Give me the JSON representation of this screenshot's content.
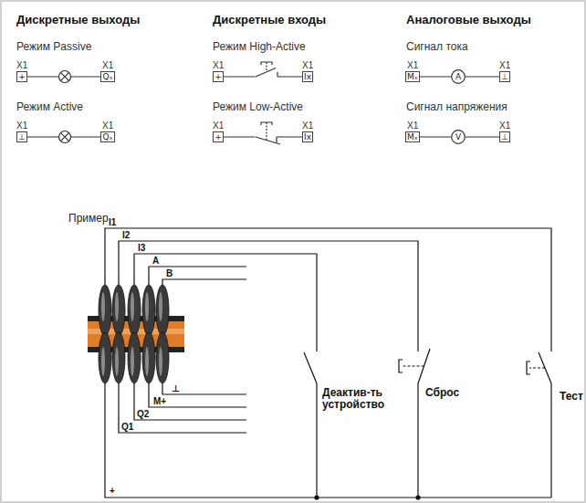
{
  "diagram": {
    "nodes": [
      {
        "text": [
          "+"
        ]
      },
      {
        "text": [
          "Qₓ"
        ]
      },
      {
        "text": [
          "+"
        ]
      },
      {
        "text": [
          "Ix"
        ]
      },
      {
        "text": [
          "Mₓ"
        ]
      },
      {
        "text": [
          "A"
        ]
      },
      {
        "text": [
          "⊥"
        ]
      },
      {
        "text": [
          "⊥"
        ]
      },
      {
        "text": [
          "Qₓ"
        ]
      },
      {
        "text": [
          "+"
        ]
      },
      {
        "text": [
          "Ix"
        ]
      },
      {
        "text": [
          "Mₓ"
        ]
      },
      {
        "text": [
          "V"
        ]
      },
      {
        "text": [
          "⊥"
        ]
      }
    ],
    "edges": [
      {
        "from": 0,
        "to": 1,
        "arrow": "none"
      },
      {
        "from": 2,
        "to": 3,
        "arrow": "none"
      },
      {
        "from": 4,
        "to": 5,
        "arrow": "none"
      },
      {
        "from": 5,
        "to": 6,
        "arrow": "none"
      },
      {
        "from": 7,
        "to": 8,
        "arrow": "none"
      },
      {
        "from": 9,
        "to": 10,
        "arrow": "none"
      },
      {
        "from": 11,
        "to": 12,
        "arrow": "none"
      },
      {
        "from": 12,
        "to": 13,
        "arrow": "none"
      }
    ],
    "labels": [
      "Дискретные выходы",
      "Дискретные входы",
      "Аналоговые выходы",
      "Режим Passive",
      "Режим High-Active",
      "Сигнал тока",
      "X1",
      "X1",
      "X1",
      "X1",
      "X1",
      "X1",
      "Режим Active",
      "Режим Low-Active",
      "Сигнал напряжения",
      "X1",
      "X1",
      "X1",
      "X1",
      "X1",
      "X1",
      "Пример",
      "I1",
      "I2",
      "I3",
      "A",
      "B",
      "⊥",
      "M+",
      "Q2",
      "Q1",
      "+",
      "Деактив-ть устройство",
      "Сброс",
      "Тест"
    ]
  }
}
